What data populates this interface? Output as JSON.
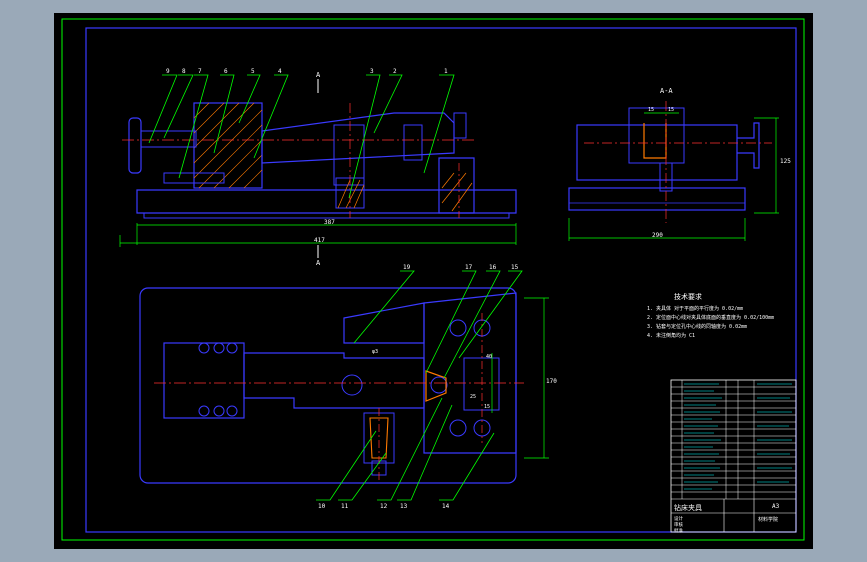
{
  "colors": {
    "background_app": "#9aa9b8",
    "sheet": "#000000",
    "frame": "#00ff00",
    "part_outline": "#3a3aff",
    "center_line": "#ff3030",
    "hatch": "#ff7a00",
    "leader": "#00ff00",
    "text": "#ffffff",
    "dimension": "#00ffff"
  },
  "front_view": {
    "section_label_top": "A",
    "section_label_bottom": "A",
    "balloons": [
      "9",
      "8",
      "7",
      "6",
      "5",
      "4",
      "3",
      "2",
      "1"
    ],
    "dim_inner": "387",
    "dim_overall": "417"
  },
  "side_view": {
    "title": "A-A",
    "dim_width": "290",
    "dim_height": "125",
    "dim_top_1": "15",
    "dim_top_2": "15"
  },
  "plan_view": {
    "balloons_top": [
      "19",
      "17",
      "16",
      "15"
    ],
    "balloons_bottom": [
      "10",
      "11",
      "12",
      "13",
      "14"
    ],
    "dim_height": "170",
    "dim_a": "40",
    "dim_b": "25",
    "dim_c": "15",
    "dim_d": "φ3"
  },
  "technical_requirements": {
    "title": "技术要求",
    "lines": [
      "1. 夹具体 对于平面的平行度为 0.02/mm",
      "2. 定位面中心线对夹具体底面的垂直度为 0.02/100mm",
      "3. 钻套与定位孔中心线的同轴度为 0.02mm",
      "4. 未注倒角均为 C1"
    ]
  },
  "title_block": {
    "drawing_name": "钻床夹具",
    "sheet_size": "A3",
    "school": "材料学院",
    "roles": [
      "设计",
      "审核",
      "批准"
    ]
  }
}
